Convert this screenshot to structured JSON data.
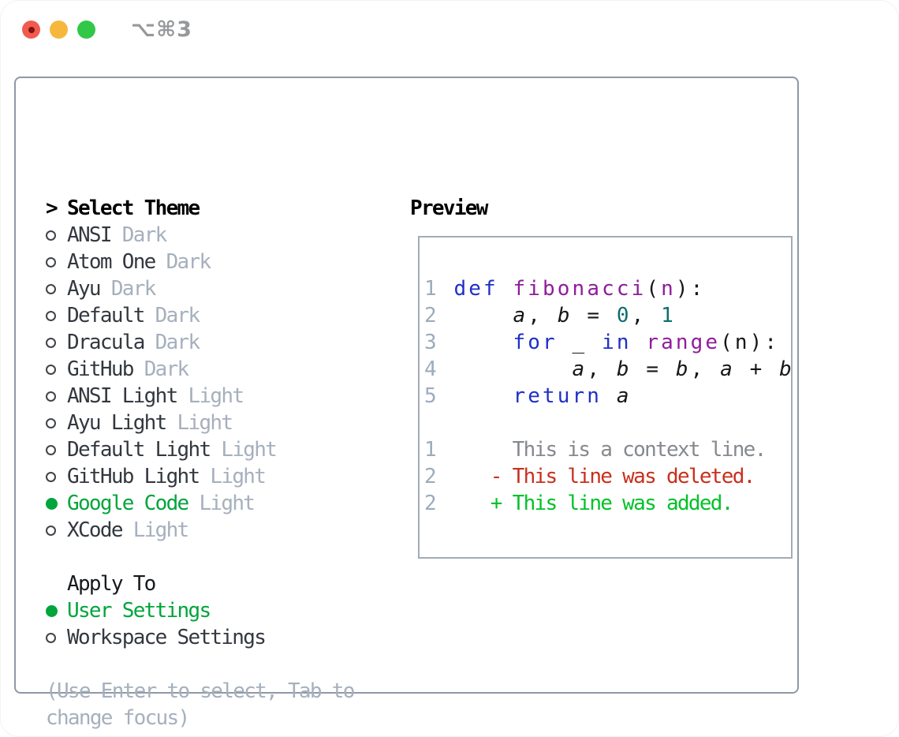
{
  "window": {
    "shortcut_label": "⌥⌘3"
  },
  "left_pane": {
    "cursor": ">",
    "title": "Select Theme",
    "themes": [
      {
        "name": "ANSI",
        "variant": "Dark",
        "selected": false
      },
      {
        "name": "Atom One",
        "variant": "Dark",
        "selected": false
      },
      {
        "name": "Ayu",
        "variant": "Dark",
        "selected": false
      },
      {
        "name": "Default",
        "variant": "Dark",
        "selected": false
      },
      {
        "name": "Dracula",
        "variant": "Dark",
        "selected": false
      },
      {
        "name": "GitHub",
        "variant": "Dark",
        "selected": false
      },
      {
        "name": "ANSI Light",
        "variant": "Light",
        "selected": false
      },
      {
        "name": "Ayu Light",
        "variant": "Light",
        "selected": false
      },
      {
        "name": "Default Light",
        "variant": "Light",
        "selected": false
      },
      {
        "name": "GitHub Light",
        "variant": "Light",
        "selected": false
      },
      {
        "name": "Google Code",
        "variant": "Light",
        "selected": true
      },
      {
        "name": "XCode",
        "variant": "Light",
        "selected": false
      }
    ],
    "apply_to_title": "Apply To",
    "apply_options": [
      {
        "label": "User Settings",
        "selected": true
      },
      {
        "label": "Workspace Settings",
        "selected": false
      }
    ],
    "hint_lines": [
      "(Use Enter to select, Tab to",
      "change focus)"
    ]
  },
  "preview": {
    "title": "Preview",
    "code_lines": [
      {
        "num": "1",
        "tokens": [
          [
            "k",
            "def"
          ],
          [
            "p",
            " "
          ],
          [
            "f",
            "fibonacci"
          ],
          [
            "p",
            "("
          ],
          [
            "f",
            "n"
          ],
          [
            "p",
            "):"
          ]
        ]
      },
      {
        "num": "2",
        "tokens": [
          [
            "p",
            "    "
          ],
          [
            "v",
            "a"
          ],
          [
            "p",
            ", "
          ],
          [
            "v",
            "b"
          ],
          [
            "p",
            " = "
          ],
          [
            "n",
            "0"
          ],
          [
            "p",
            ", "
          ],
          [
            "n",
            "1"
          ]
        ]
      },
      {
        "num": "3",
        "tokens": [
          [
            "p",
            "    "
          ],
          [
            "k",
            "for"
          ],
          [
            "p",
            " _ "
          ],
          [
            "k",
            "in"
          ],
          [
            "p",
            " "
          ],
          [
            "f",
            "range"
          ],
          [
            "p",
            "(n):"
          ]
        ]
      },
      {
        "num": "4",
        "tokens": [
          [
            "p",
            "        "
          ],
          [
            "v",
            "a"
          ],
          [
            "p",
            ", "
          ],
          [
            "v",
            "b"
          ],
          [
            "p",
            " = "
          ],
          [
            "v",
            "b"
          ],
          [
            "p",
            ", "
          ],
          [
            "v",
            "a"
          ],
          [
            "p",
            " + "
          ],
          [
            "v",
            "b"
          ]
        ]
      },
      {
        "num": "5",
        "tokens": [
          [
            "p",
            "    "
          ],
          [
            "k",
            "return"
          ],
          [
            "p",
            " "
          ],
          [
            "v",
            "a"
          ]
        ]
      }
    ],
    "diff_lines": [
      {
        "num": "1",
        "marker": " ",
        "text": "This is a context line.",
        "kind": "context"
      },
      {
        "num": "2",
        "marker": "-",
        "text": "This line was deleted.",
        "kind": "deleted"
      },
      {
        "num": "2",
        "marker": "+",
        "text": "This line was added.",
        "kind": "added"
      }
    ]
  },
  "colors": {
    "selected_green": "#00a53c",
    "added_green": "#00c227",
    "deleted_red": "#c8301d",
    "context_gray": "#85898f",
    "line_number": "#9dabbd",
    "keyword_blue": "#1f30c5",
    "function_purple": "#8f1d9b",
    "literal_teal": "#0c6e70",
    "muted_label": "#a6b0bd",
    "item_text": "#33383f",
    "panel_border": "#8e99a5",
    "preview_border": "#a3acb6",
    "traffic_red": "#f25a50",
    "traffic_yellow": "#f6b73c",
    "traffic_green": "#31c748",
    "title_gray": "#96989c"
  }
}
